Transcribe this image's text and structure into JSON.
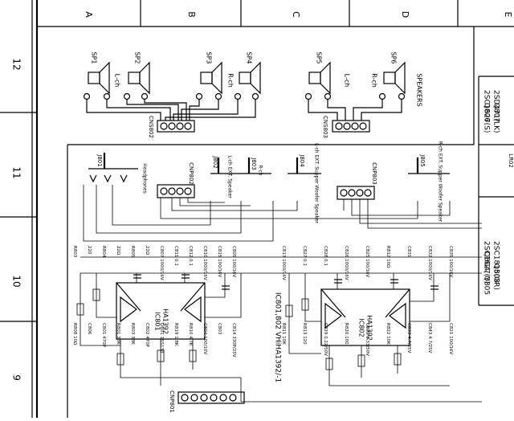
{
  "columns": [
    "A",
    "B",
    "C",
    "D",
    "E"
  ],
  "rows": [
    "12",
    "11",
    "10",
    "9"
  ],
  "speakers": [
    "SP1",
    "SP2",
    "SP3",
    "SP4",
    "SP5",
    "SP6"
  ],
  "channel_left": "L-ch",
  "channel_right": "R-ch",
  "speakers_label": "SPEAKERS",
  "connectors": {
    "cns802": "CNS802",
    "cns803": "CNS803",
    "cnp802": "CNP802",
    "cnp803": "CNP803",
    "cnp801": "CNP801"
  },
  "jacks": [
    {
      "id": "J801",
      "name": "Headphones"
    },
    {
      "id": "J802",
      "name": "L-ch EXT. Speaker"
    },
    {
      "id": "J803",
      "name": "R-ch"
    },
    {
      "id": "J804",
      "name": "L-ch EXT. Supper Woofer Speaker"
    },
    {
      "id": "J805",
      "name": "R-ch EXT. Supper Woofer Speaker"
    }
  ],
  "ics": [
    {
      "ref": "IC801",
      "part": "HA1392"
    },
    {
      "ref": "IC802",
      "part": "HA1392"
    }
  ],
  "ic_note": "IC801,802 VHiHA1392/-1",
  "transistor_table": [
    {
      "refs": "Q806",
      "part": "2SC1627(S)"
    },
    {
      "refs": "Q807",
      "part": "2SD471(LK)"
    },
    {
      "refs": "Q804, Q805",
      "part": "2SC1627(Y)"
    },
    {
      "refs": "Q808",
      "part": "2SC1815(GR)"
    }
  ],
  "partial_ref": "LR02",
  "parts_left": [
    "R803",
    "220",
    "R804",
    "22Ω",
    "R805",
    "22Ω",
    "C807 1000/16V",
    "C811 0.1",
    "C812 0.1",
    "C810 1000/16V",
    "C815 100/16V",
    "C805 100/16V",
    "R808 10Ω",
    "C806",
    "C801 470P",
    "R801 33K",
    "R803 33K",
    "C802 470P",
    "D801 1SS133",
    "R819 1.8K",
    "R810 4.7K",
    "C804 100/10V",
    "C803",
    "C814 330P/25V"
  ],
  "parts_right": [
    "C813 1000/16V",
    "C827 0.1",
    "C828 0.1",
    "C826 1000/16V",
    "C825 100/16V",
    "R812 10Ω",
    "C831",
    "C832 1000/16V",
    "C835 100/16V",
    "R811 10K",
    "R813 120",
    "C829 0.22/50V",
    "R820 100",
    "C830 0.33/50V",
    "R822 10K",
    "C833 4.7/25V",
    "C843 4.7/25V",
    "C821 100/16V"
  ]
}
